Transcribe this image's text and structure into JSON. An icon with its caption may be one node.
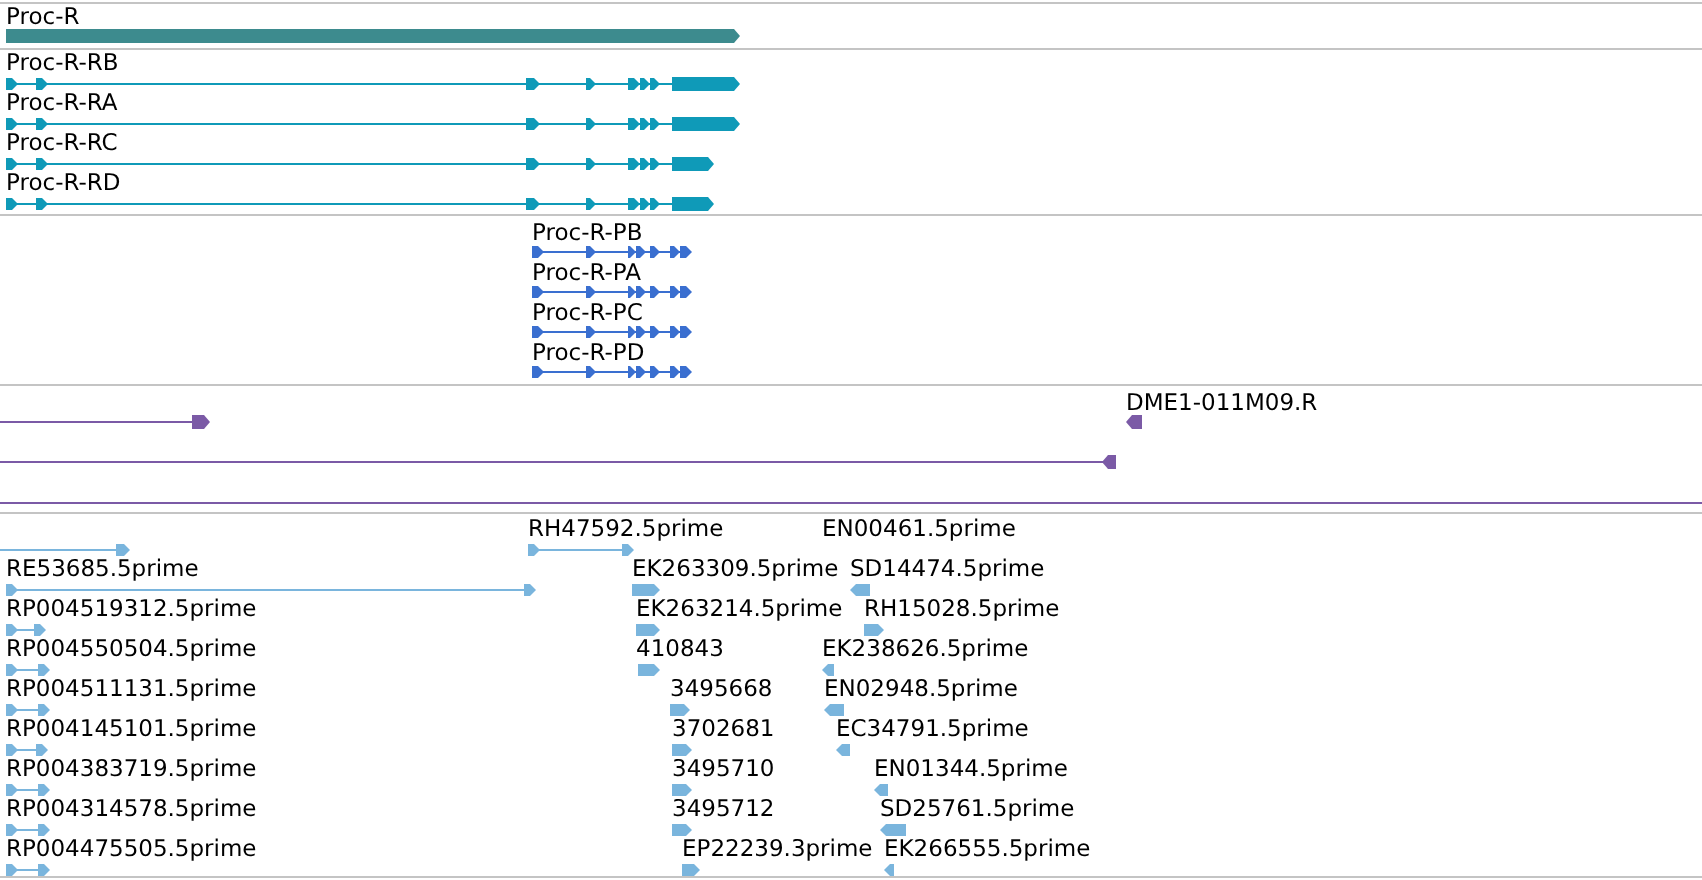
{
  "diagram": {
    "labels": [
      "Proc-R",
      "Proc-R-RB",
      "Proc-R-RA",
      "Proc-R-RC",
      "Proc-R-RD",
      "Proc-R-PB",
      "Proc-R-PA",
      "Proc-R-PC",
      "Proc-R-PD",
      "DME1-011M09.R",
      "RH47592.5prime",
      "EN00461.5prime",
      "RE53685.5prime",
      "EK263309.5prime",
      "SD14474.5prime",
      "RP004519312.5prime",
      "EK263214.5prime",
      "RH15028.5prime",
      "RP004550504.5prime",
      "410843",
      "EK238626.5prime",
      "RP004511131.5prime",
      "3495668",
      "EN02948.5prime",
      "RP004145101.5prime",
      "3702681",
      "EC34791.5prime",
      "RP004383719.5prime",
      "3495710",
      "EN01344.5prime",
      "RP004314578.5prime",
      "3495712",
      "SD25761.5prime",
      "RP004475505.5prime",
      "EP22239.3prime",
      "EK266555.5prime"
    ]
  }
}
